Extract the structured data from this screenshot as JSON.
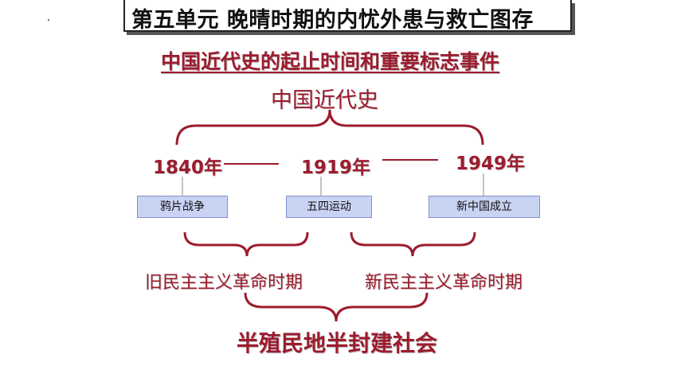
{
  "slide": {
    "title": "第五单元  晚晴时期的内忧外患与救亡图存",
    "subtitle": "中国近代史的起止时间和重要标志事件",
    "era_label": "中国近代史",
    "years": [
      "1840年",
      "1919年",
      "1949年"
    ],
    "events": [
      "鸦片战争",
      "五四运动",
      "新中国成立"
    ],
    "periods": [
      "旧民主主义革命时期",
      "新民主主义革命时期"
    ],
    "society": "半殖民地半封建社会",
    "colors": {
      "accent": "#9c1c2e",
      "event_box": "#c9d3f3",
      "event_border": "#8091c9",
      "title_text": "#111111"
    }
  }
}
